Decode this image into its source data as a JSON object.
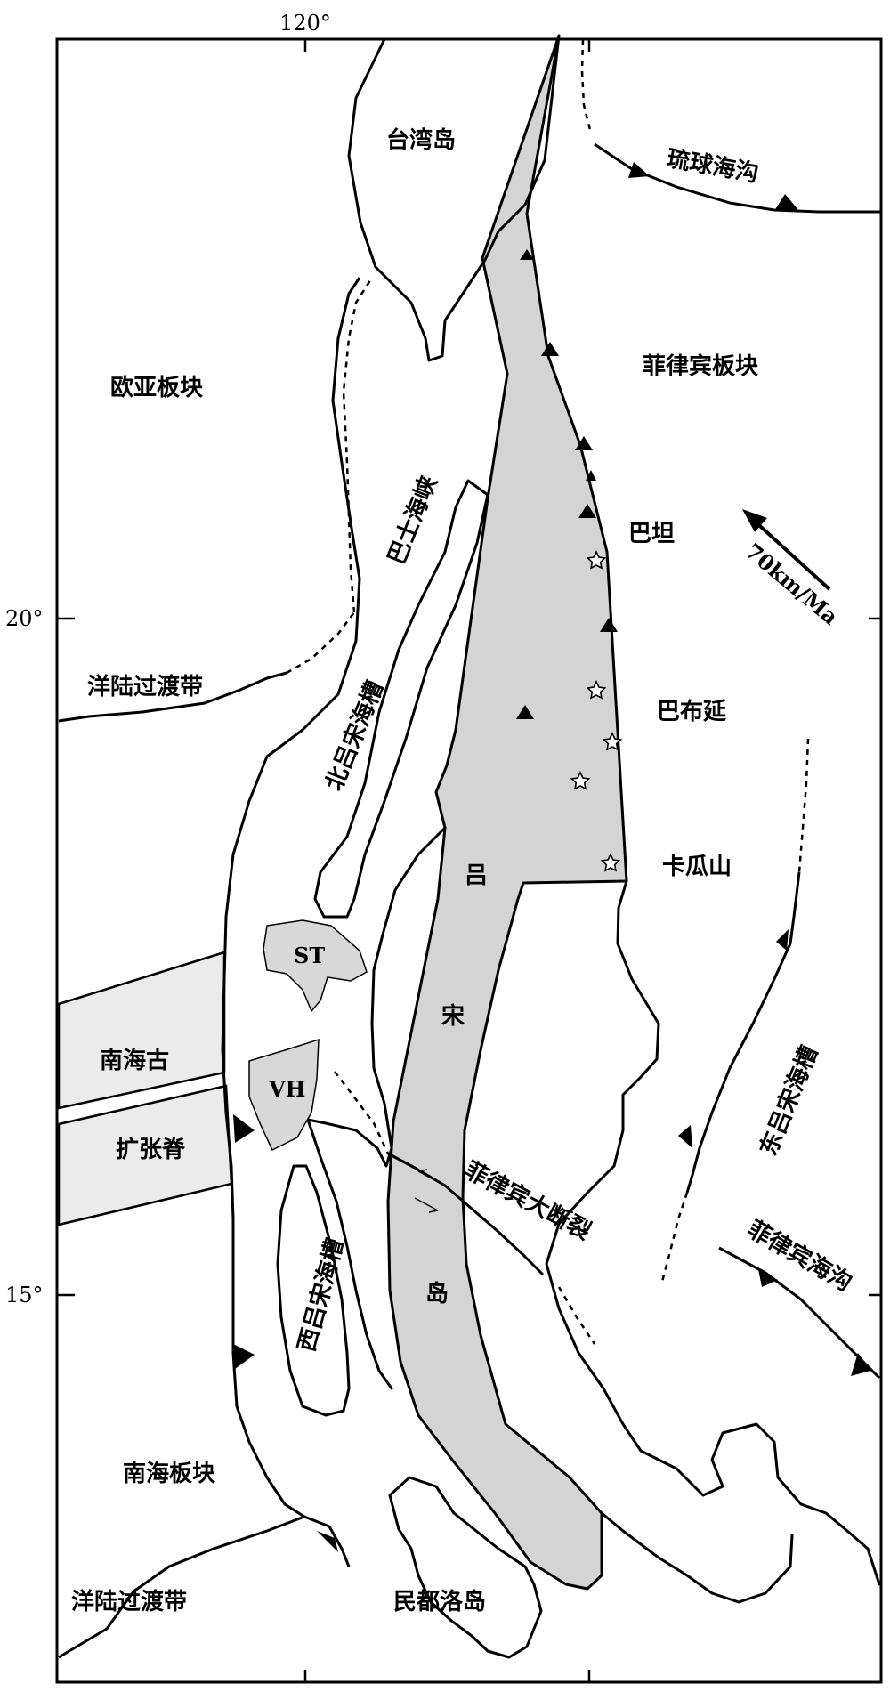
{
  "map": {
    "longitude_label": "120°",
    "latitude_labels": [
      "20°",
      "15°"
    ],
    "labels": {
      "taiwan": "台湾岛",
      "ryukyu_trench": "琉球海沟",
      "eurasian_plate": "欧亚板块",
      "philippine_plate": "菲律宾板块",
      "bashi_channel": "巴士海峡",
      "batan": "巴坦",
      "babuyan": "巴布延",
      "cagua": "卡瓜山",
      "velocity": "70km/Ma",
      "ocean_continent_transition_north": "洋陆过渡带",
      "north_luzon_trough": "北吕宋海槽",
      "luzon_1": "吕",
      "luzon_2": "宋",
      "luzon_3": "岛",
      "st": "ST",
      "vh": "VH",
      "ancient_ridge_1": "南海古",
      "ancient_ridge_2": "扩张脊",
      "east_luzon_trough": "东吕宋海槽",
      "philippine_fault": "菲律宾大断裂",
      "philippine_trench": "菲律宾海沟",
      "west_luzon_trough": "西吕宋海槽",
      "south_china_sea_plate": "南海板块",
      "ocean_continent_transition_south": "洋陆过渡带",
      "mindoro": "民都洛岛"
    }
  }
}
